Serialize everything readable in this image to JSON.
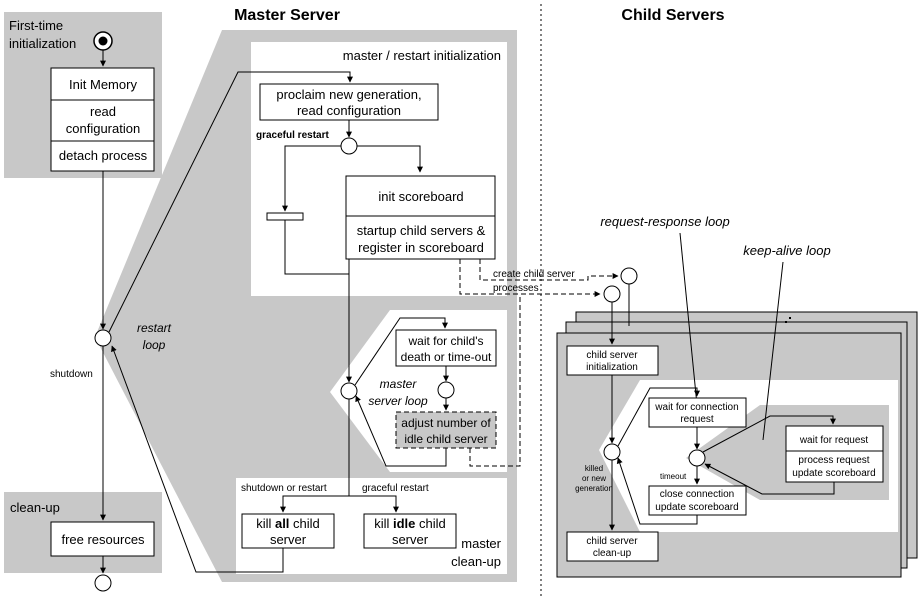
{
  "headings": {
    "master": "Master Server",
    "child": "Child Servers"
  },
  "first_time": {
    "title_1": "First-time",
    "title_2": "initialization",
    "init_memory": "Init Memory",
    "read_config_1": "read",
    "read_config_2": "configuration",
    "detach": "detach process"
  },
  "restart_loop": {
    "label_1": "restart",
    "label_2": "loop",
    "shutdown": "shutdown"
  },
  "cleanup": {
    "title": "clean-up",
    "free": "free resources"
  },
  "master_init": {
    "title": "master / restart initialization",
    "proclaim_1": "proclaim new generation,",
    "proclaim_2": "read configuration",
    "graceful_restart": "graceful restart",
    "init_scoreboard": "init scoreboard",
    "startup_1": "startup child servers &",
    "startup_2": "register in scoreboard",
    "create_1": "create child server",
    "create_2": "processes"
  },
  "master_loop": {
    "wait_1": "wait for child's",
    "wait_2": "death or time-out",
    "label_1": "master",
    "label_2": "server loop",
    "adjust_1": "adjust number of",
    "adjust_2": "idle child server"
  },
  "master_cleanup": {
    "shutdown_or_restart": "shutdown or restart",
    "graceful_restart": "graceful restart",
    "kill_all_pre": "kill ",
    "kill_all_bold": "all",
    "kill_all_post": " child",
    "kill_all_2": "server",
    "kill_idle_pre": "kill ",
    "kill_idle_bold": "idle",
    "kill_idle_post": " child",
    "kill_idle_2": "server",
    "label_1": "master",
    "label_2": "clean-up"
  },
  "child": {
    "request_response_loop": "request-response loop",
    "keep_alive_loop": "keep-alive loop",
    "init_1": "child server",
    "init_2": "initialization",
    "wait_conn_1": "wait for connection",
    "wait_conn_2": "request",
    "killed_1": "killed",
    "killed_2": "or new",
    "killed_3": "generation",
    "timeout": "timeout",
    "close_1": "close connection",
    "close_2": "update scoreboard",
    "wait_req": "wait for request",
    "process_1": "process request",
    "process_2": "update scoreboard",
    "cleanup_1": "child server",
    "cleanup_2": "clean-up"
  }
}
